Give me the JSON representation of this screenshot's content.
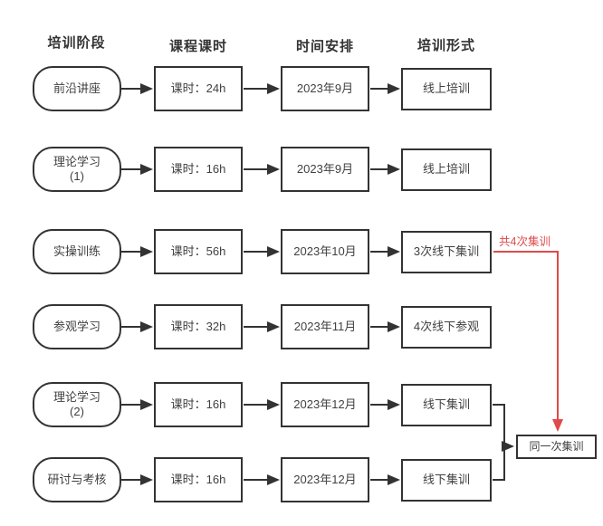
{
  "headers": {
    "stage": "培训阶段",
    "hours": "课程课时",
    "time": "时间安排",
    "format": "培训形式"
  },
  "rows": [
    {
      "stage": "前沿讲座",
      "stage_sub": "",
      "hours": "课时：24h",
      "time": "2023年9月",
      "format": "线上培训"
    },
    {
      "stage": "理论学习",
      "stage_sub": "(1)",
      "hours": "课时：16h",
      "time": "2023年9月",
      "format": "线上培训"
    },
    {
      "stage": "实操训练",
      "stage_sub": "",
      "hours": "课时：56h",
      "time": "2023年10月",
      "format": "3次线下集训"
    },
    {
      "stage": "参观学习",
      "stage_sub": "",
      "hours": "课时：32h",
      "time": "2023年11月",
      "format": "4次线下参观"
    },
    {
      "stage": "理论学习",
      "stage_sub": "(2)",
      "hours": "课时：16h",
      "time": "2023年12月",
      "format": "线下集训"
    },
    {
      "stage": "研讨与考核",
      "stage_sub": "",
      "hours": "课时：16h",
      "time": "2023年12月",
      "format": "线下集训"
    }
  ],
  "annotations": {
    "total_sessions": "共4次集训",
    "merge_label": "同一次集训"
  },
  "colors": {
    "line": "#333333",
    "text": "#404040",
    "header": "#333333",
    "red": "#e04a4a",
    "bg": "#ffffff"
  }
}
